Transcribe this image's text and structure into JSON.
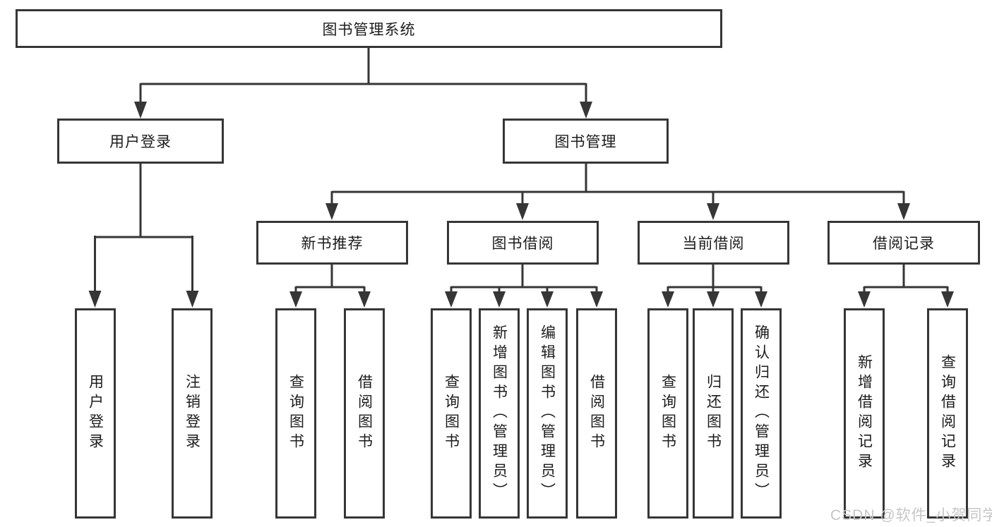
{
  "nodes": {
    "root": "图书管理系统",
    "level2": [
      "用户登录",
      "图书管理"
    ],
    "level3": [
      "新书推荐",
      "图书借阅",
      "当前借阅",
      "借阅记录"
    ],
    "leaves": {
      "user_login": [
        "用户登录",
        "注销登录"
      ],
      "new_book_rec": [
        "查询图书",
        "借阅图书"
      ],
      "book_borrow": [
        "查询图书",
        "新增图书（管理员）",
        "编辑图书（管理员）",
        "借阅图书"
      ],
      "current_borrow": [
        "查询图书",
        "归还图书",
        "确认归还（管理员）"
      ],
      "borrow_records": [
        "新增借阅记录",
        "查询借阅记录"
      ]
    }
  },
  "watermark": {
    "text": "CSDN @软件_小贺同学"
  },
  "colors": {
    "line": "#363636",
    "box_border": "#363636",
    "box_fill": "#ffffff",
    "text": "#1c1c1c",
    "watermark": "#c6c6c6"
  }
}
